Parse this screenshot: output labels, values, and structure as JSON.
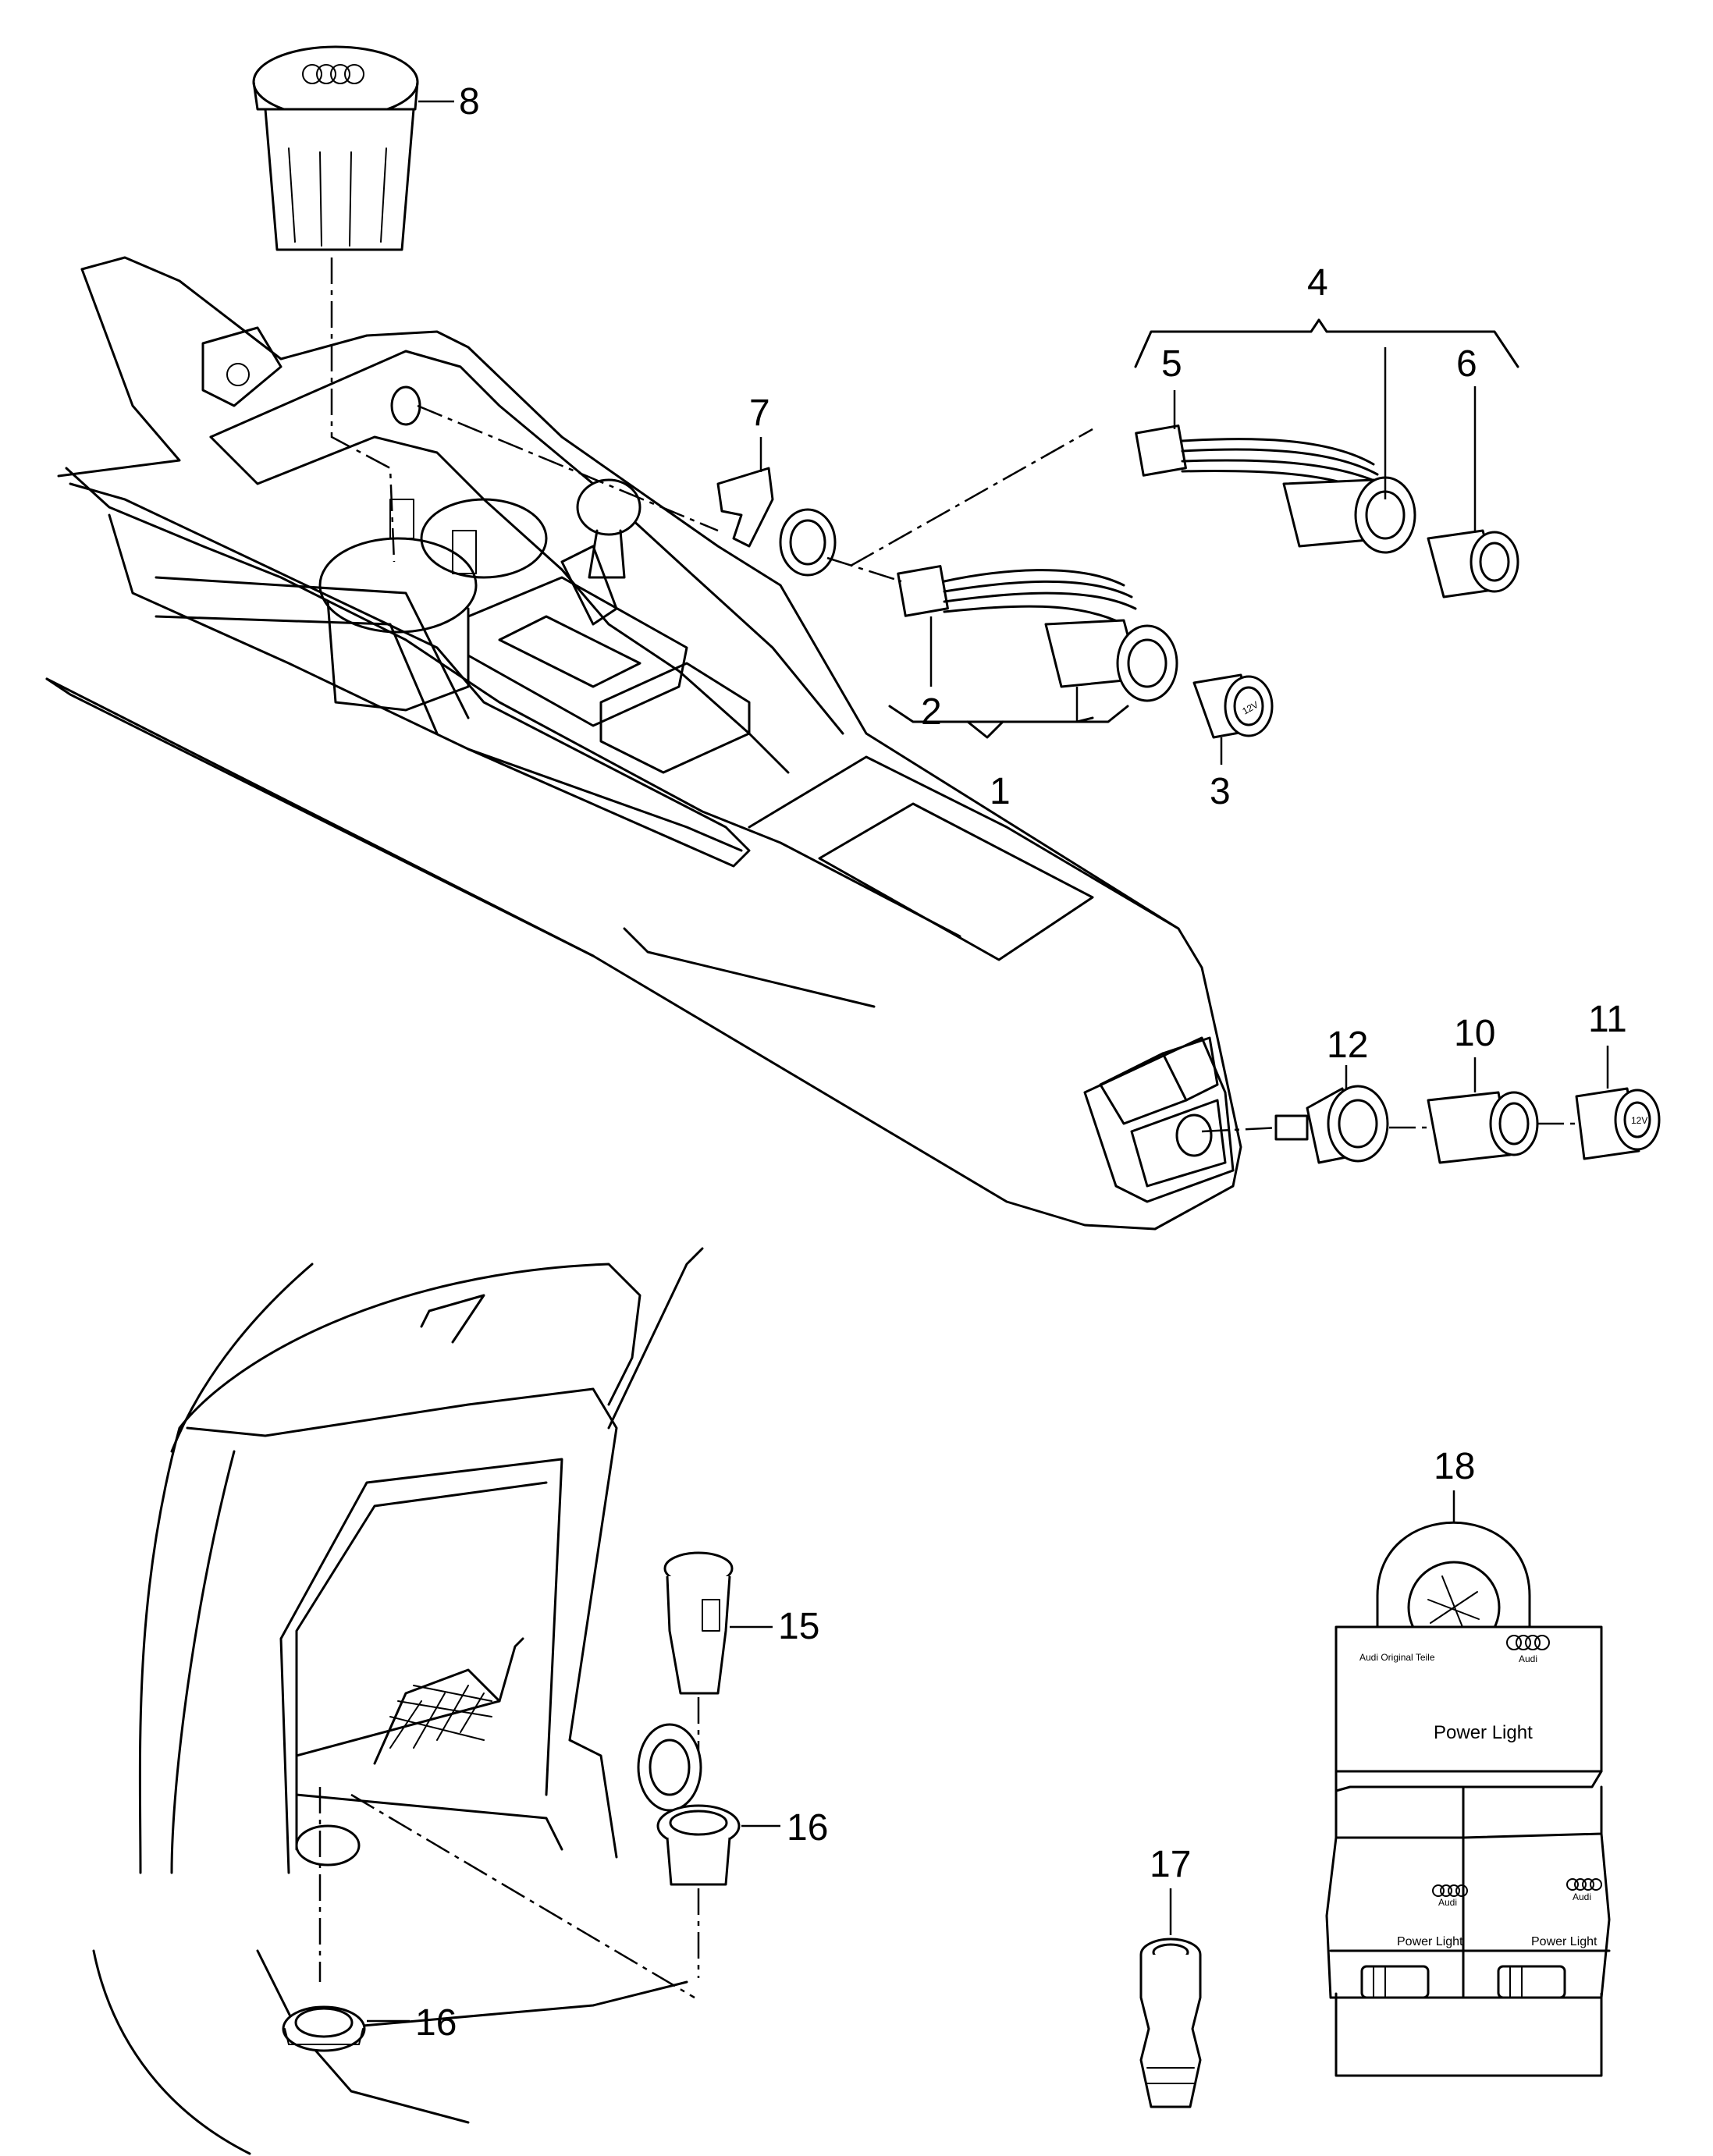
{
  "callouts": {
    "c1": "1",
    "c2": "2",
    "c3": "3",
    "c4": "4",
    "c5": "5",
    "c6": "6",
    "c7": "7",
    "c8": "8",
    "c10": "10",
    "c11": "11",
    "c12": "12",
    "c15": "15",
    "c16a": "16",
    "c16b": "16",
    "c17": "17",
    "c18": "18"
  },
  "package": {
    "brand_small": "Audi Original Teile",
    "logo_word": "Audi",
    "product_name": "Power Light",
    "box_label_left": "Power Light",
    "box_label_right": "Power Light",
    "box_logo_left": "Audi",
    "box_logo_right": "Audi"
  },
  "socket_marks": {
    "voltage": "12V"
  }
}
